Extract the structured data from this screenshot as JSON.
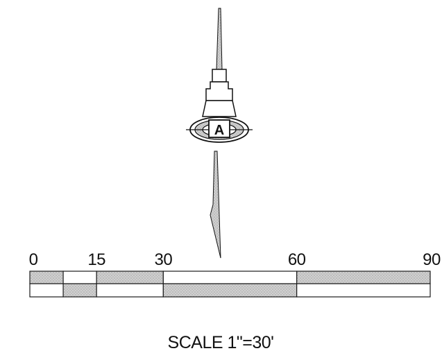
{
  "north_arrow": {
    "letter": "A"
  },
  "scale_bar": {
    "ticks": [
      "0",
      "15",
      "30",
      "60",
      "90"
    ],
    "tick_values": [
      0,
      15,
      30,
      60,
      90
    ],
    "segments": [
      {
        "from": 0,
        "to": 7.5,
        "top": "shaded",
        "bottom": "white"
      },
      {
        "from": 7.5,
        "to": 15,
        "top": "white",
        "bottom": "shaded"
      },
      {
        "from": 15,
        "to": 30,
        "top": "shaded",
        "bottom": "white"
      },
      {
        "from": 30,
        "to": 60,
        "top": "white",
        "bottom": "shaded"
      },
      {
        "from": 60,
        "to": 90,
        "top": "shaded",
        "bottom": "white"
      }
    ],
    "shade_color": "#c8c8c8",
    "caption": "SCALE 1\"=30'"
  }
}
